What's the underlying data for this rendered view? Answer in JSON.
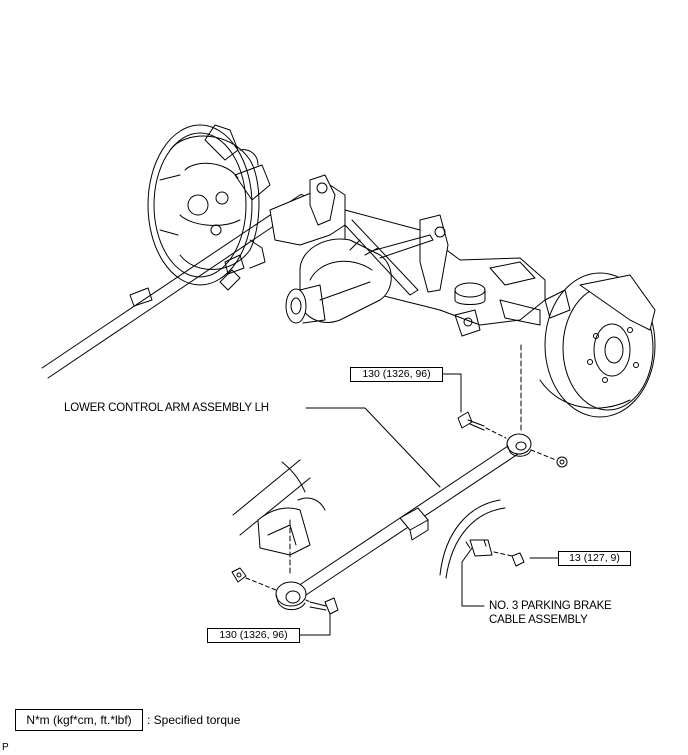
{
  "labels": {
    "lower_arm": "LOWER CONTROL ARM ASSEMBLY LH",
    "parking_brake_line1": "NO. 3 PARKING BRAKE",
    "parking_brake_line2": "CABLE ASSEMBLY"
  },
  "torques": {
    "top": "130 (1326, 96)",
    "bottom": "130 (1326, 96)",
    "cable_bolt": "13 (127, 9)"
  },
  "legend": {
    "units": "N*m (kgf*cm, ft.*lbf)",
    "text": ": Specified torque"
  },
  "corner_mark": "P"
}
